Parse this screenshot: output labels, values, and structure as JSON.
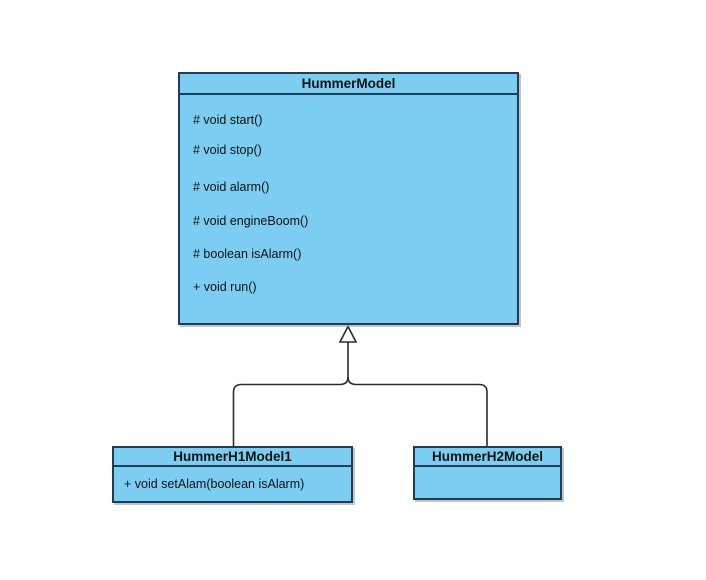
{
  "diagram": {
    "classes": {
      "hummer_model": {
        "name": "HummerModel",
        "methods": [
          "# void start()",
          "# void stop()",
          "# void alarm()",
          "# void engineBoom()",
          "# boolean isAlarm()",
          "+ void run()"
        ]
      },
      "hummer_h1": {
        "name": "HummerH1Model1",
        "methods": [
          "+ void setAlam(boolean isAlarm)"
        ]
      },
      "hummer_h2": {
        "name": "HummerH2Model",
        "methods": []
      }
    },
    "relations": [
      {
        "type": "generalization",
        "from": "HummerH1Model1",
        "to": "HummerModel"
      },
      {
        "type": "generalization",
        "from": "HummerH2Model",
        "to": "HummerModel"
      }
    ],
    "colors": {
      "class_fill": "#7bcdf1",
      "class_border": "#1d3e55",
      "connector": "#2b2b2b",
      "arrowhead_fill": "#ffffff",
      "background": "#ffffff"
    }
  }
}
